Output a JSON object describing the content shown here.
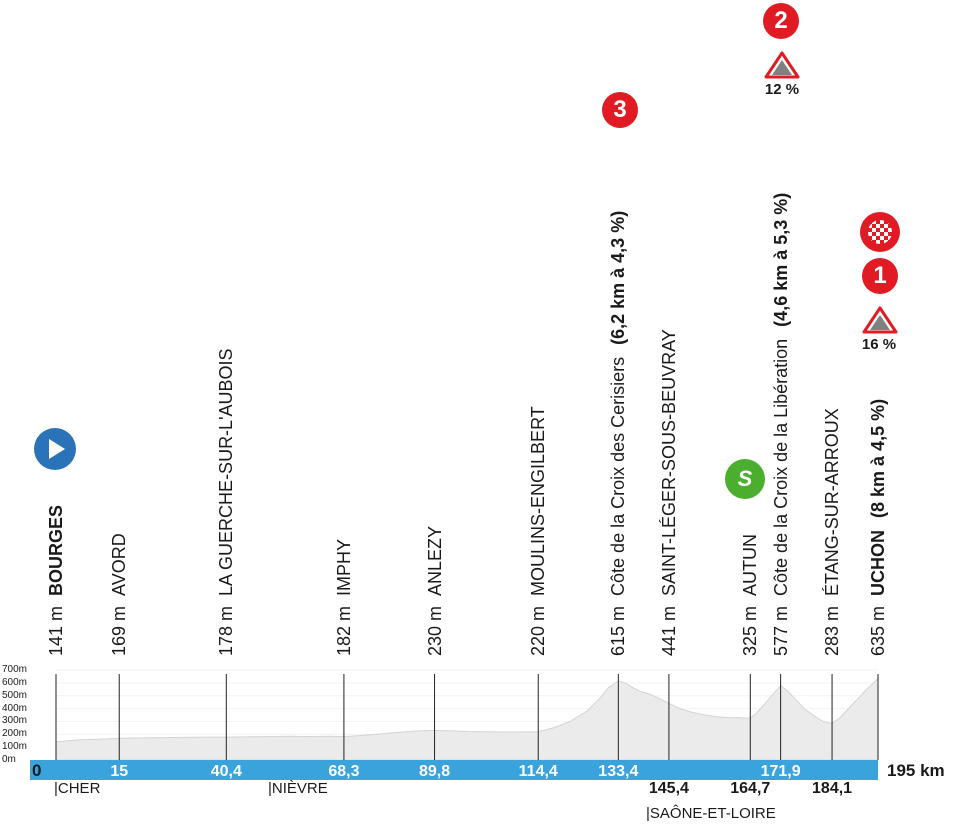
{
  "chart_data": {
    "type": "area",
    "total_km_label": "195 km",
    "start_km_label": "0",
    "y_tick_labels": [
      "700m",
      "600m",
      "500m",
      "400m",
      "300m",
      "200m",
      "100m",
      "0m"
    ],
    "ylim": [
      0,
      700
    ],
    "xlim": [
      0,
      195
    ],
    "profile": [
      [
        0,
        141
      ],
      [
        3,
        150
      ],
      [
        6,
        158
      ],
      [
        10,
        162
      ],
      [
        15,
        169
      ],
      [
        20,
        172
      ],
      [
        25,
        174
      ],
      [
        30,
        176
      ],
      [
        35,
        178
      ],
      [
        40.4,
        178
      ],
      [
        45,
        180
      ],
      [
        50,
        182
      ],
      [
        55,
        185
      ],
      [
        60,
        183
      ],
      [
        65,
        184
      ],
      [
        68.3,
        182
      ],
      [
        72,
        190
      ],
      [
        76,
        200
      ],
      [
        80,
        212
      ],
      [
        85,
        225
      ],
      [
        89.8,
        230
      ],
      [
        94,
        226
      ],
      [
        98,
        222
      ],
      [
        102,
        220
      ],
      [
        106,
        218
      ],
      [
        110,
        218
      ],
      [
        114.4,
        220
      ],
      [
        118,
        250
      ],
      [
        122,
        300
      ],
      [
        126,
        380
      ],
      [
        129,
        480
      ],
      [
        131,
        560
      ],
      [
        133.4,
        615
      ],
      [
        135,
        600
      ],
      [
        137,
        560
      ],
      [
        139,
        530
      ],
      [
        141,
        510
      ],
      [
        143,
        480
      ],
      [
        145.4,
        441
      ],
      [
        148,
        400
      ],
      [
        151,
        370
      ],
      [
        154,
        350
      ],
      [
        157,
        335
      ],
      [
        160,
        330
      ],
      [
        162,
        328
      ],
      [
        164.7,
        325
      ],
      [
        166,
        360
      ],
      [
        168,
        430
      ],
      [
        170,
        510
      ],
      [
        171.9,
        577
      ],
      [
        173.5,
        540
      ],
      [
        175.5,
        470
      ],
      [
        177.5,
        400
      ],
      [
        180,
        340
      ],
      [
        182,
        300
      ],
      [
        184.1,
        283
      ],
      [
        186,
        330
      ],
      [
        188,
        400
      ],
      [
        190,
        470
      ],
      [
        192,
        540
      ],
      [
        195,
        635
      ]
    ],
    "waypoints": [
      {
        "km_label": "0",
        "km": 0,
        "alt": "141 m",
        "name": "BOURGES",
        "bold": true,
        "kind": "start"
      },
      {
        "km_label": "15",
        "km": 15,
        "alt": "169 m",
        "name": "AVORD"
      },
      {
        "km_label": "40,4",
        "km": 40.4,
        "alt": "178 m",
        "name": "LA GUERCHE-SUR-L'AUBOIS"
      },
      {
        "km_label": "68,3",
        "km": 68.3,
        "alt": "182 m",
        "name": "IMPHY"
      },
      {
        "km_label": "89,8",
        "km": 89.8,
        "alt": "230 m",
        "name": "ANLEZY"
      },
      {
        "km_label": "114,4",
        "km": 114.4,
        "alt": "220 m",
        "name": "MOULINS-ENGILBERT"
      },
      {
        "km_label": "133,4",
        "km": 133.4,
        "alt": "615 m",
        "name": "Côte de la Croix des Cerisiers",
        "climb_detail": "(6,2 km à 4,3 %)",
        "cat": "3"
      },
      {
        "km_label": "145,4",
        "km": 145.4,
        "alt": "441 m",
        "name": "SAINT-LÉGER-SOUS-BEUVRAY"
      },
      {
        "km_label": "164,7",
        "km": 164.7,
        "alt": "325 m",
        "name": "AUTUN",
        "kind": "sprint"
      },
      {
        "km_label": "171,9",
        "km": 171.9,
        "alt": "577 m",
        "name": "Côte de la Croix de la Libération",
        "climb_detail": "(4,6 km à 5,3 %)",
        "cat": "2",
        "max_gradient": "12 %"
      },
      {
        "km_label": "184,1",
        "km": 184.1,
        "alt": "283 m",
        "name": "ÉTANG-SUR-ARROUX"
      },
      {
        "km_label": "195",
        "km": 195,
        "alt": "635 m",
        "name": "UCHON",
        "bold": true,
        "climb_detail": "(8 km à 4,5 %)",
        "cat": "1",
        "max_gradient": "16 %",
        "kind": "finish"
      }
    ],
    "departments": [
      {
        "label": "|CHER",
        "km": 0
      },
      {
        "label": "|NIÈVRE",
        "km": 57
      },
      {
        "label": "|SAÔNE-ET-LOIRE",
        "km": 147
      }
    ]
  },
  "colors": {
    "bar": "#3ba3dc",
    "profile_fill": "#ebebeb",
    "profile_edge": "#d4d4d4",
    "cat_badge": "#e01b24",
    "start_icon": "#2a73b8",
    "sprint_icon": "#4cae2f"
  },
  "icons": {
    "start": "play-circle-icon",
    "sprint": "sprint-s-icon",
    "finish": "checkered-flag-icon",
    "climb": "mountain-icon"
  }
}
